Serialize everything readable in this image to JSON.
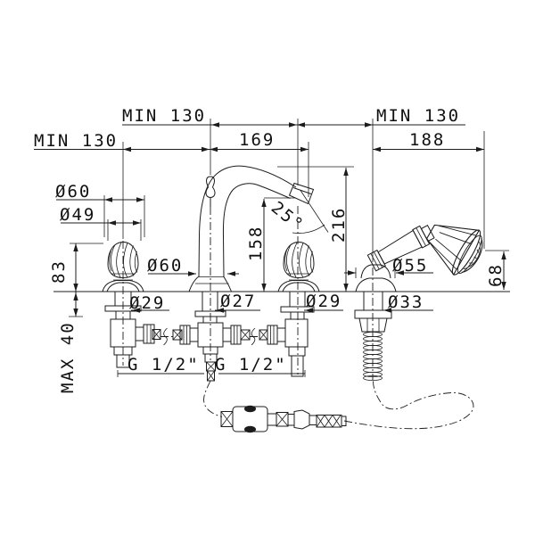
{
  "colors": {
    "line": "#1c1c1c",
    "text": "#111111",
    "background": "#ffffff"
  },
  "drawing_type": "bath faucet technical dimension drawing",
  "dims": {
    "min130_left": "MIN 130",
    "min130_mid": "MIN 130",
    "min130_right": "MIN 130",
    "spout_reach": "169",
    "shower_reach": "188",
    "handle_trim_dia": "Ø60",
    "handle_knob_dia": "Ø49",
    "handle_height": "83",
    "deck_thickness_max": "MAX 40",
    "left_shank_dia": "Ø29",
    "spout_base_dia": "Ø60",
    "spout_shank_dia": "Ø27",
    "right_shank_dia": "Ø29",
    "outlet_height": "158",
    "total_height": "216",
    "outlet_angle": "25°",
    "shower_holder_dia": "Ø55",
    "shower_head_clearance": "68",
    "shower_shank_dia": "Ø33",
    "thread_left": "G 1/2\"",
    "thread_right": "G 1/2\""
  }
}
